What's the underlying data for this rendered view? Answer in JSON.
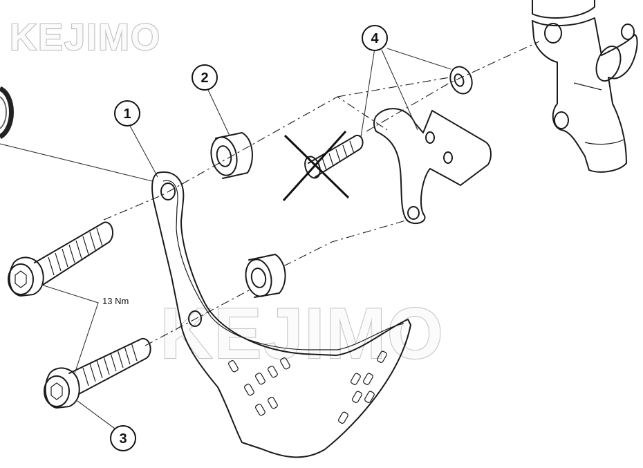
{
  "watermark": {
    "top_left": "KEJIMO",
    "center": "KEJIMO"
  },
  "callouts": [
    {
      "id": "1",
      "label": "1"
    },
    {
      "id": "2",
      "label": "2"
    },
    {
      "id": "3",
      "label": "3"
    },
    {
      "id": "4",
      "label": "4"
    }
  ],
  "torque_label": "13 Nm",
  "icons": {
    "removed_part_mark": "x-cross-icon",
    "bolt": "socket-head-bolt-icon",
    "spacer": "spacer-sleeve-icon",
    "washer": "washer-icon"
  },
  "colors": {
    "ink": "#1a1a1a",
    "watermark_outline": "#bdbdbd",
    "background": "#ffffff"
  }
}
